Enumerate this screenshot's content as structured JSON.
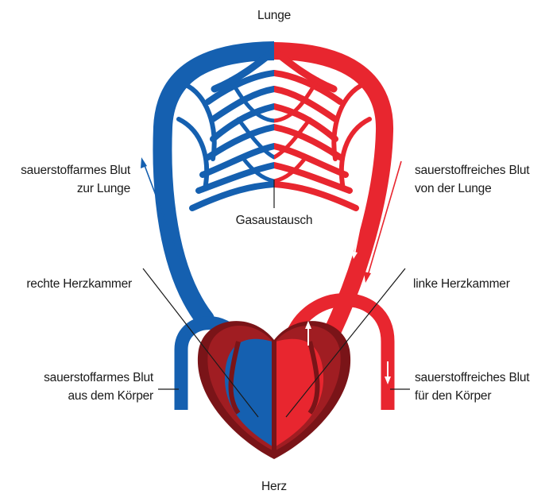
{
  "labels": {
    "top": "Lunge",
    "bottom": "Herz",
    "gas_exchange": "Gasaustausch",
    "deoxy_to_lung": [
      "sauerstoffarmes Blut",
      "zur Lunge"
    ],
    "oxy_from_lung": [
      "sauerstoffreiches Blut",
      "von der Lunge"
    ],
    "right_ventricle": "rechte Herzkammer",
    "left_ventricle": "linke Herzkammer",
    "deoxy_from_body": [
      "sauerstoffarmes Blut",
      "aus dem Körper"
    ],
    "oxy_to_body": [
      "sauerstoffreiches Blut",
      "für den Körper"
    ]
  },
  "colors": {
    "deoxygenated": "#1560b0",
    "oxygenated": "#e8262f",
    "heart_muscle": "#a01d22",
    "heart_dark": "#7a1418",
    "line": "#1a1a1a"
  },
  "icons": {
    "flow_arrows": "arrow-icon"
  }
}
